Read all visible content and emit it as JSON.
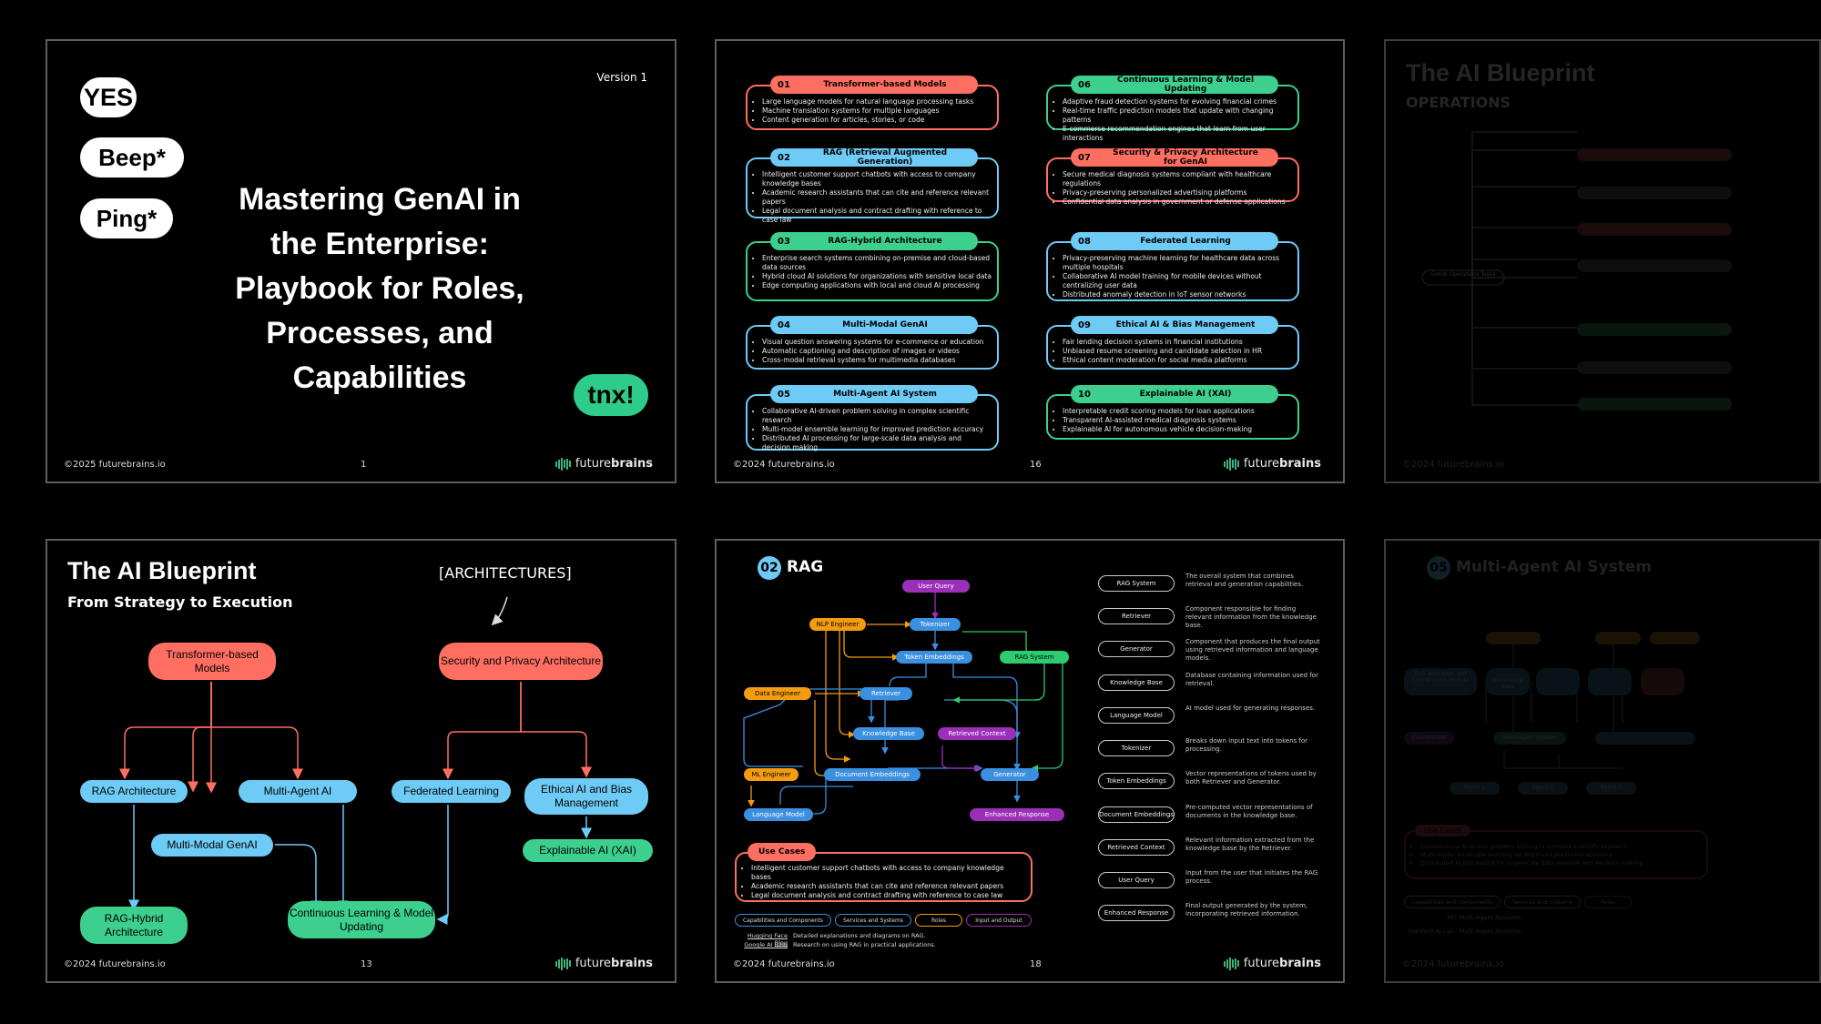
{
  "slide1": {
    "version": "Version 1",
    "bubbles": [
      "YES",
      "Beep*",
      "Ping*"
    ],
    "title_lines": [
      "Mastering GenAI in",
      "the Enterprise:",
      "Playbook for Roles,",
      "Processes, and",
      "Capabilities"
    ],
    "badge": "tnx!",
    "copyright": "©2025 futurebrains.io",
    "page": "1",
    "brand_prefix": "future",
    "brand_suffix": "brains",
    "colors": {
      "badge": "#2ecc8a"
    }
  },
  "slide16": {
    "copyright": "©2024 futurebrains.io",
    "page": "16",
    "brand_prefix": "future",
    "brand_suffix": "brains",
    "cards": [
      {
        "num": "01",
        "title": "Transformer-based Models",
        "color": "#ff6f61",
        "items": [
          "Large language models for natural language processing tasks",
          "Machine translation systems for multiple languages",
          "Content generation for articles, stories, or code"
        ]
      },
      {
        "num": "02",
        "title": "RAG (Retrieval Augmented Generation)",
        "color": "#6ecbf5",
        "items": [
          "Intelligent customer support chatbots with access to company knowledge bases",
          "Academic research assistants that can cite and reference relevant papers",
          "Legal document analysis and contract drafting with reference to case law"
        ]
      },
      {
        "num": "03",
        "title": "RAG-Hybrid Architecture",
        "color": "#3ccf8e",
        "items": [
          "Enterprise search systems combining on-premise and cloud-based data sources",
          "Hybrid cloud AI solutions for organizations with sensitive local data",
          "Edge computing applications with local and cloud AI processing"
        ]
      },
      {
        "num": "04",
        "title": "Multi-Modal GenAI",
        "color": "#6ecbf5",
        "items": [
          "Visual question answering systems for e-commerce or education",
          "Automatic captioning and description of images or videos",
          "Cross-modal retrieval systems for multimedia databases"
        ]
      },
      {
        "num": "05",
        "title": "Multi-Agent AI System",
        "color": "#6ecbf5",
        "items": [
          "Collaborative AI-driven problem solving in complex scientific research",
          "Multi-model ensemble learning for improved prediction accuracy",
          "Distributed AI processing for large-scale data analysis and decision making"
        ]
      },
      {
        "num": "06",
        "title": "Continuous Learning & Model Updating",
        "color": "#3ccf8e",
        "items": [
          "Adaptive fraud detection systems for evolving financial crimes",
          "Real-time traffic prediction models that update with changing patterns",
          "E-commerce recommendation engines that learn from user interactions"
        ]
      },
      {
        "num": "07",
        "title": "Security & Privacy Architecture for GenAI",
        "color": "#ff6f61",
        "items": [
          "Secure medical diagnosis systems compliant with healthcare regulations",
          "Privacy-preserving personalized advertising platforms",
          "Confidential data analysis in government or defense applications"
        ]
      },
      {
        "num": "08",
        "title": "Federated Learning",
        "color": "#6ecbf5",
        "items": [
          "Privacy-preserving machine learning for healthcare data across multiple hospitals",
          "Collaborative AI model training for mobile devices without centralizing user data",
          "Distributed anomaly detection in IoT sensor networks"
        ]
      },
      {
        "num": "09",
        "title": "Ethical AI & Bias Management",
        "color": "#6ecbf5",
        "items": [
          "Fair lending decision systems in financial institutions",
          "Unbiased resume screening and candidate selection in HR",
          "Ethical content moderation for social media platforms"
        ]
      },
      {
        "num": "10",
        "title": "Explainable AI (XAI)",
        "color": "#3ccf8e",
        "items": [
          "Interpretable credit scoring models for loan applications",
          "Transparent AI-assisted medical diagnosis systems",
          "Explainable AI for autonomous vehicle decision-making"
        ]
      }
    ]
  },
  "slide_ops": {
    "title": "The AI Blueprint",
    "subtitle": "OPERATIONS",
    "center_node": "GenAI Operations Tasks",
    "copyright": "©2024 futurebrains.io"
  },
  "slide13": {
    "title": "The AI Blueprint",
    "subtitle": "From Strategy to Execution",
    "tag": "[ARCHITECTURES]",
    "copyright": "©2024 futurebrains.io",
    "page": "13",
    "brand_prefix": "future",
    "brand_suffix": "brains",
    "nodes": {
      "transformer": "Transformer-based Models",
      "security": "Security and Privacy Architecture",
      "rag": "RAG Architecture",
      "multiagent": "Multi-Agent AI",
      "multimodal": "Multi-Modal GenAI",
      "federated": "Federated Learning",
      "ethical": "Ethical AI and Bias Management",
      "xai": "Explainable AI (XAI)",
      "raghybrid": "RAG-Hybrid Architecture",
      "continuous": "Continuous Learning & Model Updating"
    },
    "colors": {
      "red": "#ff6f61",
      "blue": "#6ecbf5",
      "green": "#3ccf8e"
    }
  },
  "slide18": {
    "num": "02",
    "title": "RAG",
    "copyright": "©2024 futurebrains.io",
    "page": "18",
    "brand_prefix": "future",
    "brand_suffix": "brains",
    "graph": {
      "user_query": "User Query",
      "nlp_engineer": "NLP Engineer",
      "tokenizer": "Tokenizer",
      "token_embeddings": "Token Embeddings",
      "rag_system": "RAG System",
      "data_engineer": "Data Engineer",
      "retriever": "Retriever",
      "knowledge_base": "Knowledge Base",
      "retrieved_context": "Retrieved Context",
      "ml_engineer": "ML Engineer",
      "document_embeddings": "Document Embeddings",
      "generator": "Generator",
      "language_model": "Language Model",
      "enhanced_response": "Enhanced Response"
    },
    "use_cases": {
      "title": "Use Cases",
      "items": [
        "Intelligent customer support chatbots with access to company knowledge bases",
        "Academic research assistants that can cite and reference relevant papers",
        "Legal document analysis and contract drafting with reference to case law"
      ]
    },
    "tags": [
      "Capabilities and Components",
      "Services and Systems",
      "Roles",
      "Input and Output"
    ],
    "refs": [
      {
        "name": "Hugging Face Blog",
        "desc": "Detailed explanations and diagrams on RAG."
      },
      {
        "name": "Google AI Blog",
        "desc": "Research on using RAG in practical applications."
      }
    ],
    "legend": [
      {
        "term": "RAG System",
        "desc": "The overall system that combines retrieval and generation capabilities."
      },
      {
        "term": "Retriever",
        "desc": "Component responsible for finding relevant information from the knowledge base."
      },
      {
        "term": "Generator",
        "desc": "Component that produces the final output using retrieved information and language models."
      },
      {
        "term": "Knowledge Base",
        "desc": "Database containing information used for retrieval."
      },
      {
        "term": "Language Model",
        "desc": "AI model used for generating responses."
      },
      {
        "term": "Tokenizer",
        "desc": "Breaks down input text into tokens for processing."
      },
      {
        "term": "Token Embeddings",
        "desc": "Vector representations of tokens used by both Retriever and Generator."
      },
      {
        "term": "Document Embeddings",
        "desc": "Pre-computed vector representations of documents in the knowledge base."
      },
      {
        "term": "Retrieved Context",
        "desc": "Relevant information extracted from the knowledge base by the Retriever."
      },
      {
        "term": "User Query",
        "desc": "Input from the user that initiates the RAG process."
      },
      {
        "term": "Enhanced Response",
        "desc": "Final output generated by the system, incorporating retrieved information."
      }
    ],
    "colors": {
      "purple": "#9b2fb8",
      "orange": "#f39c12",
      "blue": "#3a8fde",
      "green": "#2ecc71",
      "red": "#ff6f61"
    }
  },
  "slide_mas": {
    "num": "05",
    "title": "Multi-Agent AI System",
    "use_cases_title": "Use Cases",
    "use_cases": [
      "Collaborative AI-driven problem solving in complex scientific research",
      "Multi-model ensemble learning for improved prediction accuracy",
      "Distributed AI processing for large-scale data analysis and decision making"
    ],
    "nodes": [
      "Task Allocation and Coordination Module",
      "Knowledge Base",
      "Environment",
      "Multi-Agent System",
      "Agent 1",
      "Agent 2",
      "Agent 3"
    ],
    "tags": [
      "Capabilities and Components",
      "Services and Systems",
      "Roles"
    ],
    "refs": [
      "MIT Multi-Agent Systems:",
      "Stanford AI Lab - Multi-Agent Systems:"
    ],
    "copyright": "©2024 futurebrains.io"
  }
}
